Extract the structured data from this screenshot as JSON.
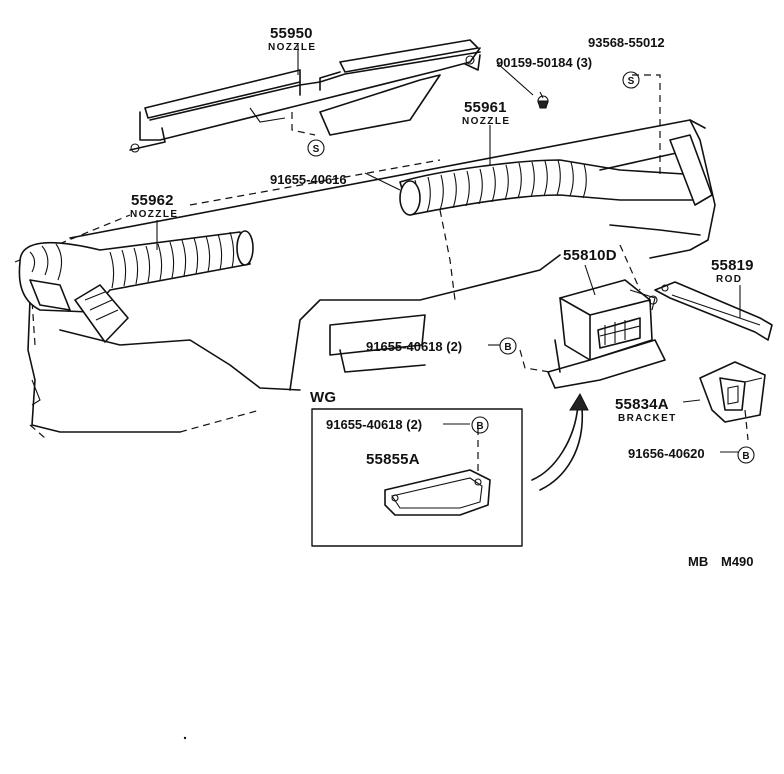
{
  "callouts": {
    "p55950": {
      "number": "55950",
      "name": "NOZZLE"
    },
    "p55961": {
      "number": "55961",
      "name": "NOZZLE"
    },
    "p55962": {
      "number": "55962",
      "name": "NOZZLE"
    },
    "p55810D": {
      "number": "55810D"
    },
    "p55819": {
      "number": "55819",
      "name": "ROD"
    },
    "p55834A": {
      "number": "55834A",
      "name": "BRACKET"
    },
    "p55855A": {
      "number": "55855A"
    },
    "p90159": {
      "number": "90159-50184 (3)"
    },
    "p93568": {
      "number": "93568-55012"
    },
    "p91655_40616": {
      "number": "91655-40616"
    },
    "p91655_40618_a": {
      "number": "91655-40618 (2)"
    },
    "p91655_40618_b": {
      "number": "91655-40618 (2)"
    },
    "p91656": {
      "number": "91656-40620"
    }
  },
  "symbols": {
    "s": "S",
    "b": "B"
  },
  "inset": {
    "label": "WG"
  },
  "footer": {
    "code_left": "MB",
    "code_right": "M490"
  }
}
